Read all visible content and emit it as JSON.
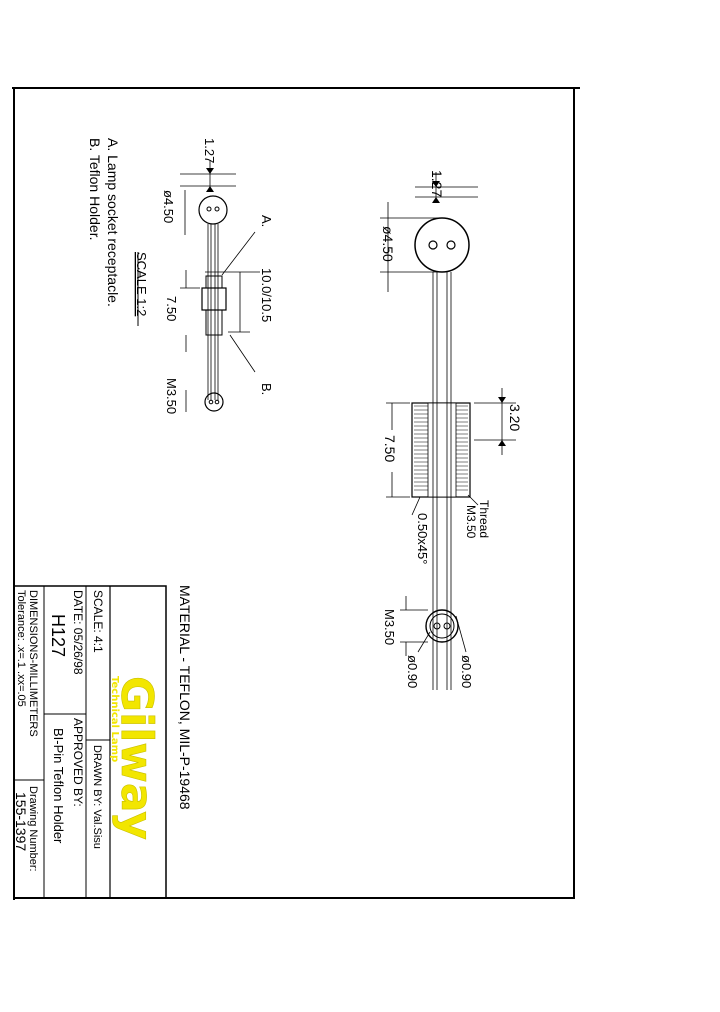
{
  "notes": {
    "a": "A. Lamp socket receptacle.",
    "b": "B. Teflon Holder.",
    "scale_small": "SCALE 1:2"
  },
  "small_view": {
    "dim_top": "1.27",
    "dim_dia": "ø4.50",
    "label_a": "A.",
    "dim_length": "10.0/10.5",
    "dim_body": "7.50",
    "label_b": "B.",
    "dim_thread": "M3.50"
  },
  "large_view": {
    "dim_top": "1.27",
    "dim_dia": "ø4.50",
    "dim_thread_len": "3.20",
    "dim_body": "7.50",
    "thread_label": "Thread",
    "thread_size": "M3.50",
    "chamfer": "0.50x45°",
    "dim_end": "M3.50",
    "hole_a": "ø0.90",
    "hole_b": "ø0.90"
  },
  "material": "MATERIAL  -  TEFLON, MIL-P-19468",
  "title_block": {
    "scale": "SCALE: 4:1",
    "date": "DATE: 05/26/98",
    "part": "H127",
    "units": "DIMENSIONS-MILLIMETERS",
    "tolerance": "Tolerance: .x=.1   .xx=.05",
    "drawn_by": "DRAWN BY: Val.Sisu",
    "approved_by": "APPROVED BY:",
    "description": "BI-Pin Teflon Holder",
    "drawing_number_label": "Drawing Number:",
    "drawing_number": "155-1397",
    "logo_main": "Gilway",
    "logo_sub": "Technical Lamp"
  },
  "colors": {
    "logo": "#f2e600",
    "ink": "#000000"
  }
}
